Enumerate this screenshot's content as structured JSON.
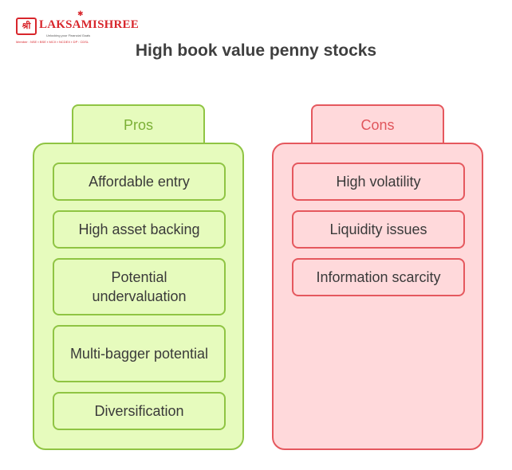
{
  "logo": {
    "mark": "श्री",
    "name": "LAKSAMISHREE",
    "tagline": "Unlocking your Financial Goals",
    "members": "Member : NSE ▪ BSE ▪ MCX ▪ NCDEX ▪ DP : CDSL"
  },
  "title": "High book value penny stocks",
  "pros": {
    "heading": "Pros",
    "items": [
      "Affordable entry",
      "High asset backing",
      "Potential undervaluation",
      "Multi-bagger potential",
      "Diversification"
    ]
  },
  "cons": {
    "heading": "Cons",
    "items": [
      "High volatility",
      "Liquidity issues",
      "Information scarcity"
    ]
  },
  "colors": {
    "pros_fill": "#e6fbbd",
    "pros_border": "#8fc443",
    "pros_text": "#7bb036",
    "cons_fill": "#ffd9db",
    "cons_border": "#e5585e",
    "cons_text": "#e0565c",
    "title_text": "#3f3f3f",
    "brand_red": "#d8262c"
  }
}
